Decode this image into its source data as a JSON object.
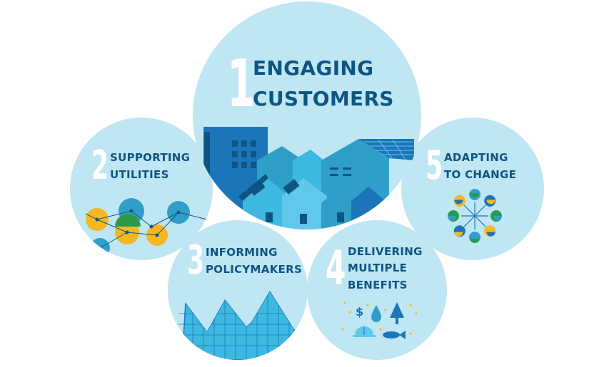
{
  "colors": {
    "circle_fill": "#bfe6f3",
    "text_dark": "#0e5582",
    "number": "#ffffff",
    "accent_blue": "#1b75b8",
    "accent_teal": "#2f9fc9",
    "accent_green": "#2d9a4a",
    "accent_yellow": "#f5b722"
  },
  "items": [
    {
      "number": "1",
      "lines": [
        "ENGAGING",
        "CUSTOMERS"
      ],
      "icon": "houses-buildings-icon"
    },
    {
      "number": "2",
      "lines": [
        "SUPPORTING",
        "UTILITIES"
      ],
      "icon": "network-nodes-icon"
    },
    {
      "number": "3",
      "lines": [
        "INFORMING",
        "POLICYMAKERS"
      ],
      "icon": "mountain-grid-chart-icon"
    },
    {
      "number": "4",
      "lines": [
        "DELIVERING",
        "MULTIPLE",
        "BENEFITS"
      ],
      "icon": "benefits-icons-icon"
    },
    {
      "number": "5",
      "lines": [
        "ADAPTING",
        "TO CHANGE"
      ],
      "icon": "adaptation-cycle-icon"
    }
  ]
}
